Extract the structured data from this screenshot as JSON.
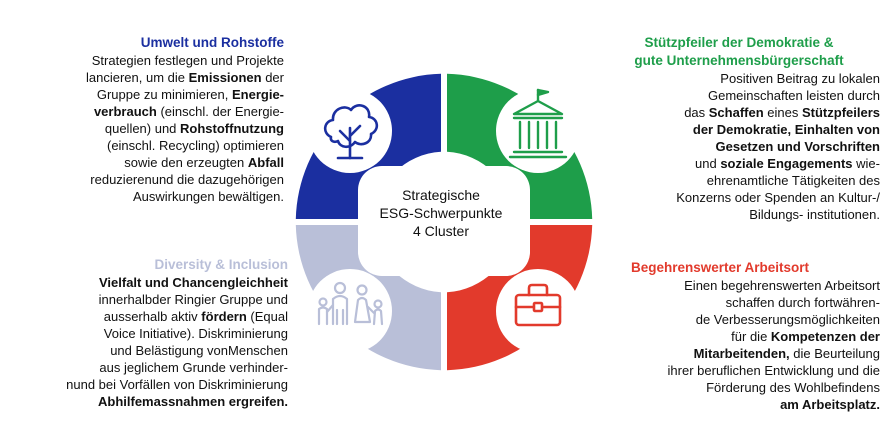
{
  "center": {
    "line1": "Strategische",
    "line2": "ESG-Schwerpunkte",
    "line3": "4 Cluster"
  },
  "colors": {
    "umwelt": "#1b2fa0",
    "demokratie": "#1e9e4a",
    "diversity": "#b9bfd8",
    "arbeitsort": "#e23a2c"
  },
  "icons": {
    "umwelt": "tree-icon",
    "demokratie": "government-building-icon",
    "diversity": "family-icon",
    "arbeitsort": "briefcase-icon"
  },
  "umwelt": {
    "title": "Umwelt und Rohstoffe",
    "lines": [
      [
        {
          "t": "Strategien festlegen und Projekte"
        }
      ],
      [
        {
          "t": "lancieren, um die "
        },
        {
          "t": "Emissionen",
          "b": true
        },
        {
          "t": " der"
        }
      ],
      [
        {
          "t": "Gruppe zu minimieren, "
        },
        {
          "t": "Energie-",
          "b": true
        }
      ],
      [
        {
          "t": "verbrauch",
          "b": true
        },
        {
          "t": " (einschl. der Energie-"
        }
      ],
      [
        {
          "t": "quellen) und "
        },
        {
          "t": "Rohstoffnutzung",
          "b": true
        }
      ],
      [
        {
          "t": "(einschl. Recycling) optimieren"
        }
      ],
      [
        {
          "t": "sowie den erzeugten "
        },
        {
          "t": "Abfall",
          "b": true
        }
      ],
      [
        {
          "t": "reduzierenund die dazugehörigen"
        }
      ],
      [
        {
          "t": "Auswirkungen bewältigen."
        }
      ]
    ]
  },
  "demokratie": {
    "title_line1": "Stützpfeiler der Demokratie &",
    "title_line2": "gute Unternehmensbürgerschaft",
    "lines": [
      [
        {
          "t": "Positiven Beitrag zu lokalen"
        }
      ],
      [
        {
          "t": "Gemeinschaften leisten durch"
        }
      ],
      [
        {
          "t": "das "
        },
        {
          "t": "Schaffen",
          "b": true
        },
        {
          "t": " eines "
        },
        {
          "t": "Stützpfeilers",
          "b": true
        }
      ],
      [
        {
          "t": "der Demokratie, Einhalten von",
          "b": true
        }
      ],
      [
        {
          "t": "Gesetzen und Vorschriften",
          "b": true
        }
      ],
      [
        {
          "t": "und "
        },
        {
          "t": "soziale Engagements",
          "b": true
        },
        {
          "t": " wie-"
        }
      ],
      [
        {
          "t": "ehrenamtliche Tätigkeiten des"
        }
      ],
      [
        {
          "t": "Konzerns oder Spenden an Kultur-/"
        }
      ],
      [
        {
          "t": "Bildungs- institutionen."
        }
      ]
    ]
  },
  "diversity": {
    "title": "Diversity & Inclusion",
    "lines": [
      [
        {
          "t": "Vielfalt und Chancengleichheit",
          "b": true
        }
      ],
      [
        {
          "t": "innerhalbder Ringier Gruppe und"
        }
      ],
      [
        {
          "t": "ausserhalb aktiv "
        },
        {
          "t": "fördern",
          "b": true
        },
        {
          "t": " (Equal"
        }
      ],
      [
        {
          "t": "Voice Initiative). Diskriminierung"
        }
      ],
      [
        {
          "t": "und Belästigung vonMenschen"
        }
      ],
      [
        {
          "t": "aus jeglichem Grunde verhinder-"
        }
      ],
      [
        {
          "t": "nund bei Vorfällen von Diskriminierung"
        }
      ],
      [
        {
          "t": "Abhilfemassnahmen ergreifen.",
          "b": true
        }
      ]
    ]
  },
  "arbeitsort": {
    "title": "Begehrenswerter Arbeitsort",
    "lines": [
      [
        {
          "t": "Einen begehrenswerten Arbeitsort"
        }
      ],
      [
        {
          "t": "schaffen durch fortwähren-"
        }
      ],
      [
        {
          "t": "de Verbesserungsmöglichkeiten"
        }
      ],
      [
        {
          "t": "für die "
        },
        {
          "t": "Kompetenzen der",
          "b": true
        }
      ],
      [
        {
          "t": "Mitarbeitenden,",
          "b": true
        },
        {
          "t": " die Beurteilung"
        }
      ],
      [
        {
          "t": "ihrer beruflichen Entwicklung und die"
        }
      ],
      [
        {
          "t": "Förderung des Wohlbefindens"
        }
      ],
      [
        {
          "t": "am Arbeitsplatz.",
          "b": true
        }
      ]
    ]
  }
}
